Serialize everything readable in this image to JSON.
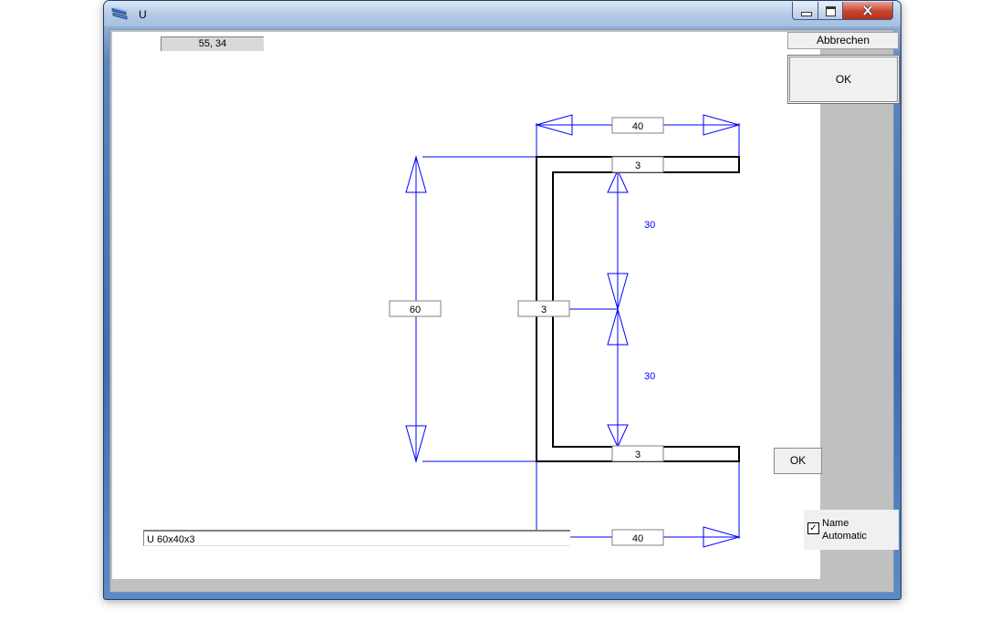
{
  "window": {
    "title": "U"
  },
  "status": {
    "coords": "55, 34"
  },
  "buttons": {
    "cancel": "Abbrechen",
    "ok": "OK",
    "ok_small": "OK"
  },
  "options": {
    "name_auto_label": "Name\nAutomatic",
    "name_auto_checked": true,
    "check_glyph": "✓"
  },
  "profile": {
    "name": "U 60x40x3",
    "width_top": "40",
    "width_bottom": "40",
    "height": "60",
    "flange_top_thickness": "3",
    "flange_bottom_thickness": "3",
    "web_thickness": "3",
    "half_height_upper": "30",
    "half_height_lower": "30"
  },
  "colors": {
    "dimension": "#0000ff",
    "profile": "#000000"
  }
}
